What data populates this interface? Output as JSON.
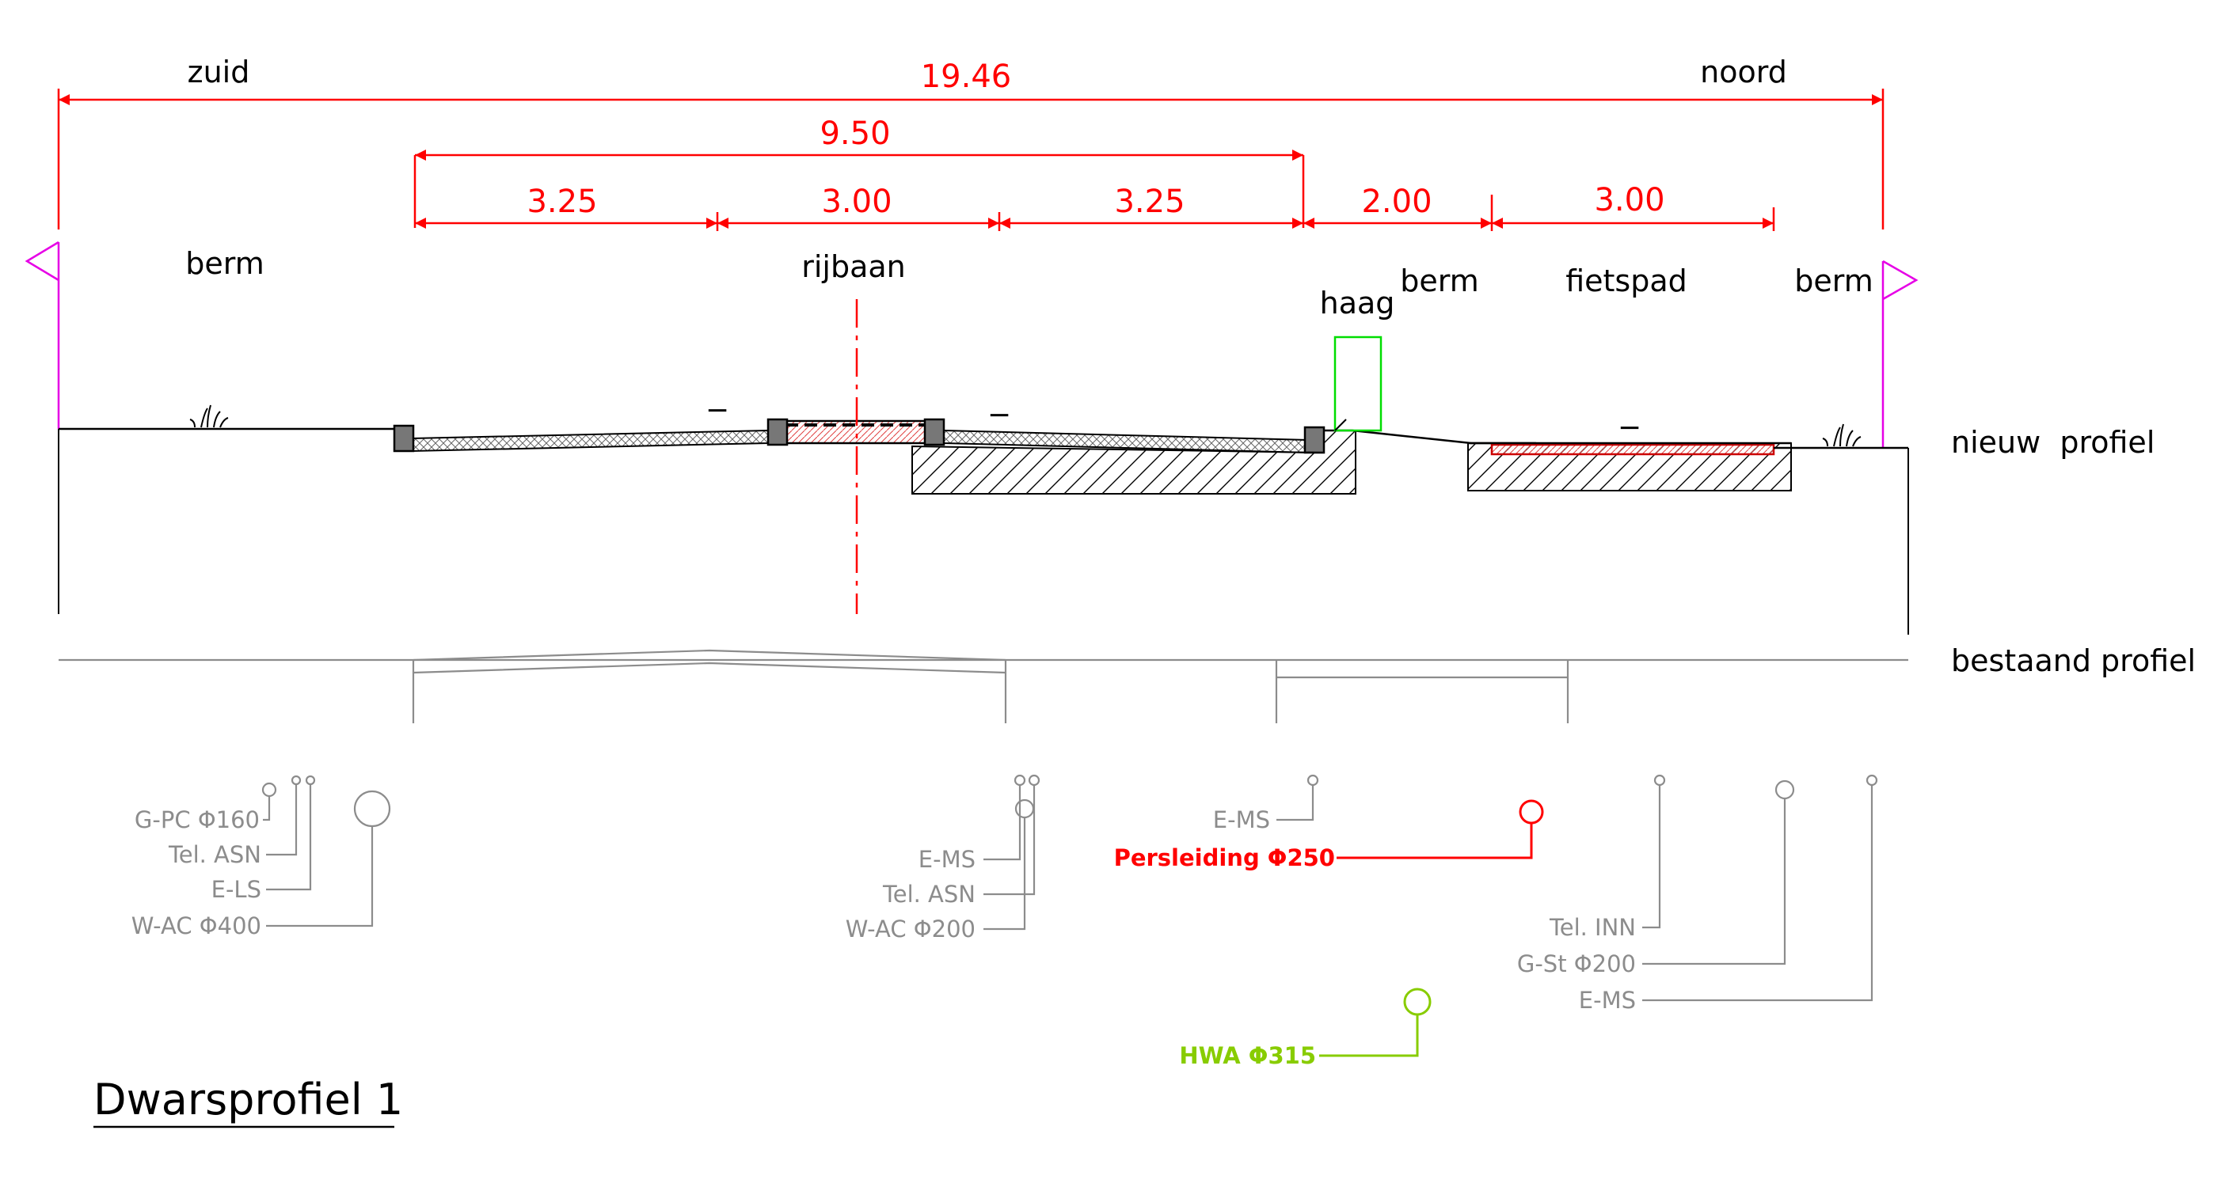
{
  "directions": {
    "south": "zuid",
    "north": "noord"
  },
  "dimensions": {
    "total": "19.46",
    "road": "9.50",
    "lane_left": "3.25",
    "lane_mid": "3.00",
    "lane_right": "3.25",
    "verge": "2.00",
    "cycle_path": "3.00"
  },
  "zones": {
    "verge_south": "berm",
    "carriageway": "rijbaan",
    "hedge": "haag",
    "verge_mid": "berm",
    "cycle_path": "fietspad",
    "verge_north": "berm"
  },
  "profiles": {
    "new": "nieuw  profiel",
    "existing": "bestaand profiel"
  },
  "markers": {
    "minus": "−"
  },
  "cables_south": [
    "G-PC Φ160",
    "Tel. ASN",
    "E-LS",
    "W-AC Φ400"
  ],
  "cables_center": [
    "E-MS",
    "Tel. ASN",
    "W-AC Φ200"
  ],
  "cable_ems_mid": "E-MS",
  "pressure_main": "Persleiding Φ250",
  "cables_north": [
    "Tel. INN",
    "G-St Φ200",
    "E-MS"
  ],
  "storm_drain": "HWA Φ315",
  "title": "Dwarsprofiel 1",
  "colors": {
    "dimension": "#ff0000",
    "flag": "#e600e6",
    "hedge": "#00dd00",
    "drain": "#88cc00",
    "cable": "#8c8c8c",
    "pressure_main": "#ff0000"
  }
}
